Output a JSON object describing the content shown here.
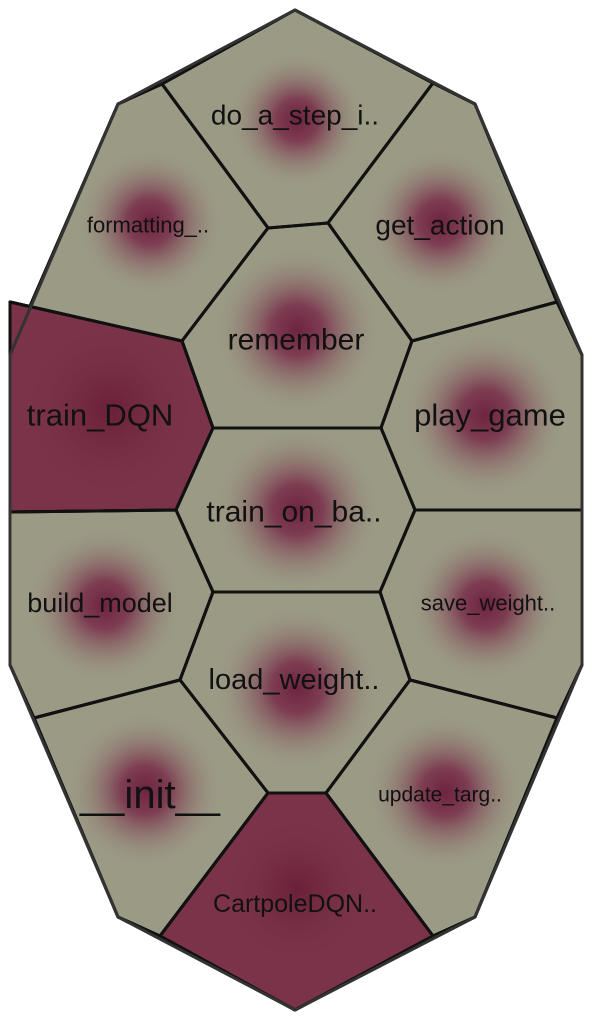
{
  "colors": {
    "normal_fill": "#9b9b85",
    "highlight_fill": "#7a3349",
    "glow": "#6e2440",
    "stroke": "#111111"
  },
  "cells": [
    {
      "id": "do-a-step",
      "label": "do_a_step_i..",
      "highlight": false
    },
    {
      "id": "formatting",
      "label": "formatting_..",
      "highlight": false
    },
    {
      "id": "get-action",
      "label": "get_action",
      "highlight": false
    },
    {
      "id": "remember",
      "label": "remember",
      "highlight": false
    },
    {
      "id": "train-dqn",
      "label": "train_DQN",
      "highlight": true
    },
    {
      "id": "play-game",
      "label": "play_game",
      "highlight": false
    },
    {
      "id": "train-on-batch",
      "label": "train_on_ba..",
      "highlight": false
    },
    {
      "id": "build-model",
      "label": "build_model",
      "highlight": false
    },
    {
      "id": "save-weights",
      "label": "save_weight..",
      "highlight": false
    },
    {
      "id": "load-weights",
      "label": "load_weight..",
      "highlight": false
    },
    {
      "id": "init",
      "label": "__init__",
      "highlight": false
    },
    {
      "id": "update-target",
      "label": "update_targ..",
      "highlight": false
    },
    {
      "id": "cartpole-dqn",
      "label": "CartpoleDQN..",
      "highlight": true
    }
  ]
}
